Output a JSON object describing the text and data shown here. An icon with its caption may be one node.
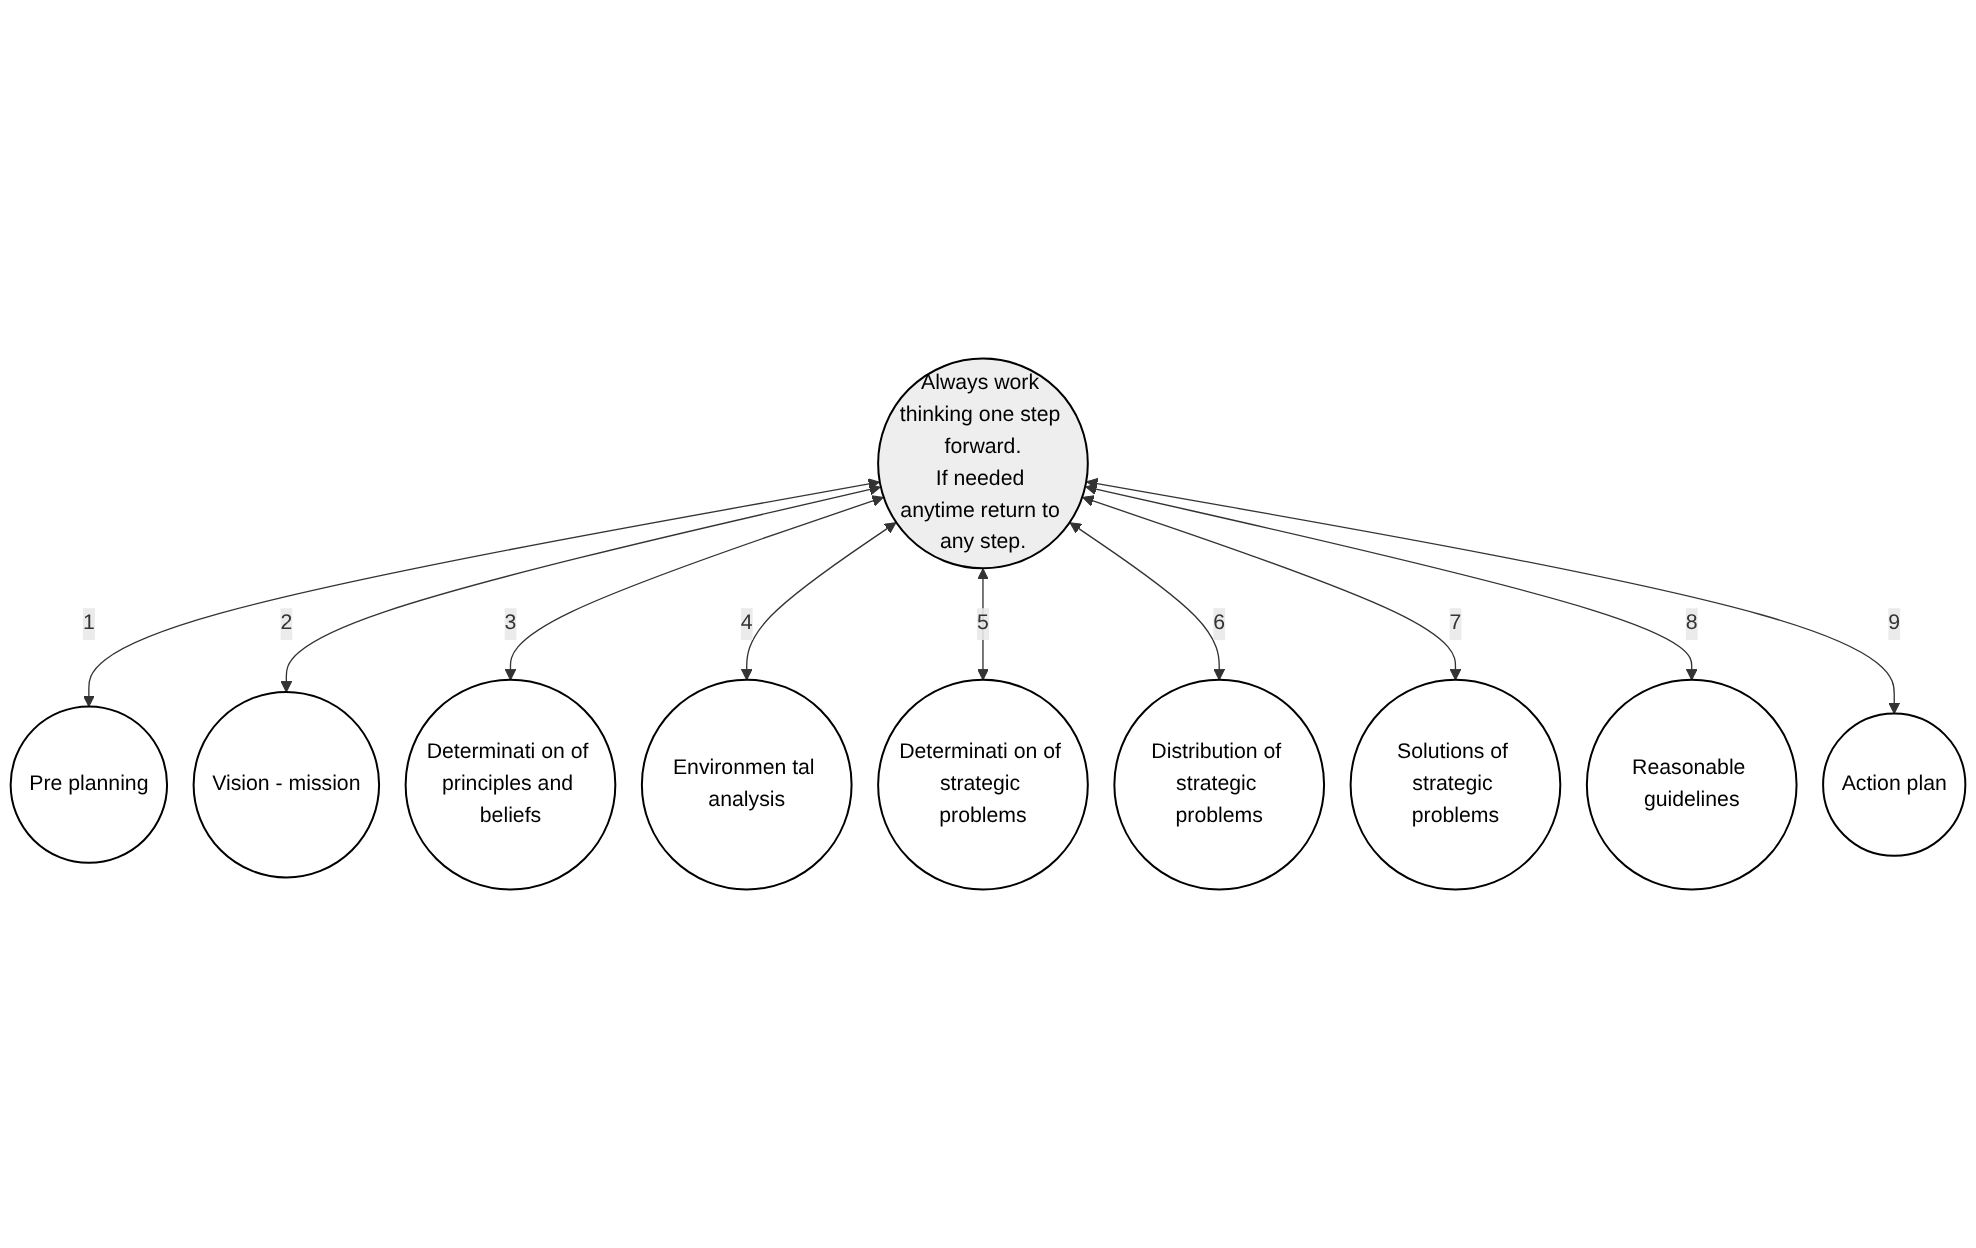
{
  "diagram": {
    "nodes": [
      {
        "text": [
          "Always work thinking one step forward.",
          "If needed anytime return to any step."
        ]
      },
      {
        "text": [
          "Pre planning"
        ]
      },
      {
        "text": [
          "Vision - mission"
        ]
      },
      {
        "text": [
          "Determinati on of principles and beliefs"
        ]
      },
      {
        "text": [
          "Environmen tal analysis"
        ]
      },
      {
        "text": [
          "Determinati on of strategic problems"
        ]
      },
      {
        "text": [
          "Distribution of strategic problems"
        ]
      },
      {
        "text": [
          "Solutions of strategic problems"
        ]
      },
      {
        "text": [
          "Reasonable guidelines"
        ]
      },
      {
        "text": [
          "Action plan"
        ]
      }
    ],
    "edges": [
      {
        "from": 0,
        "to": 1,
        "arrow": "both",
        "label": "1"
      },
      {
        "from": 0,
        "to": 2,
        "arrow": "both",
        "label": "2"
      },
      {
        "from": 0,
        "to": 3,
        "arrow": "both",
        "label": "3"
      },
      {
        "from": 0,
        "to": 4,
        "arrow": "both",
        "label": "4"
      },
      {
        "from": 0,
        "to": 5,
        "arrow": "both",
        "label": "5"
      },
      {
        "from": 0,
        "to": 6,
        "arrow": "both",
        "label": "6"
      },
      {
        "from": 0,
        "to": 7,
        "arrow": "both",
        "label": "7"
      },
      {
        "from": 0,
        "to": 8,
        "arrow": "both",
        "label": "8"
      },
      {
        "from": 0,
        "to": 9,
        "arrow": "both",
        "label": "9"
      }
    ]
  }
}
